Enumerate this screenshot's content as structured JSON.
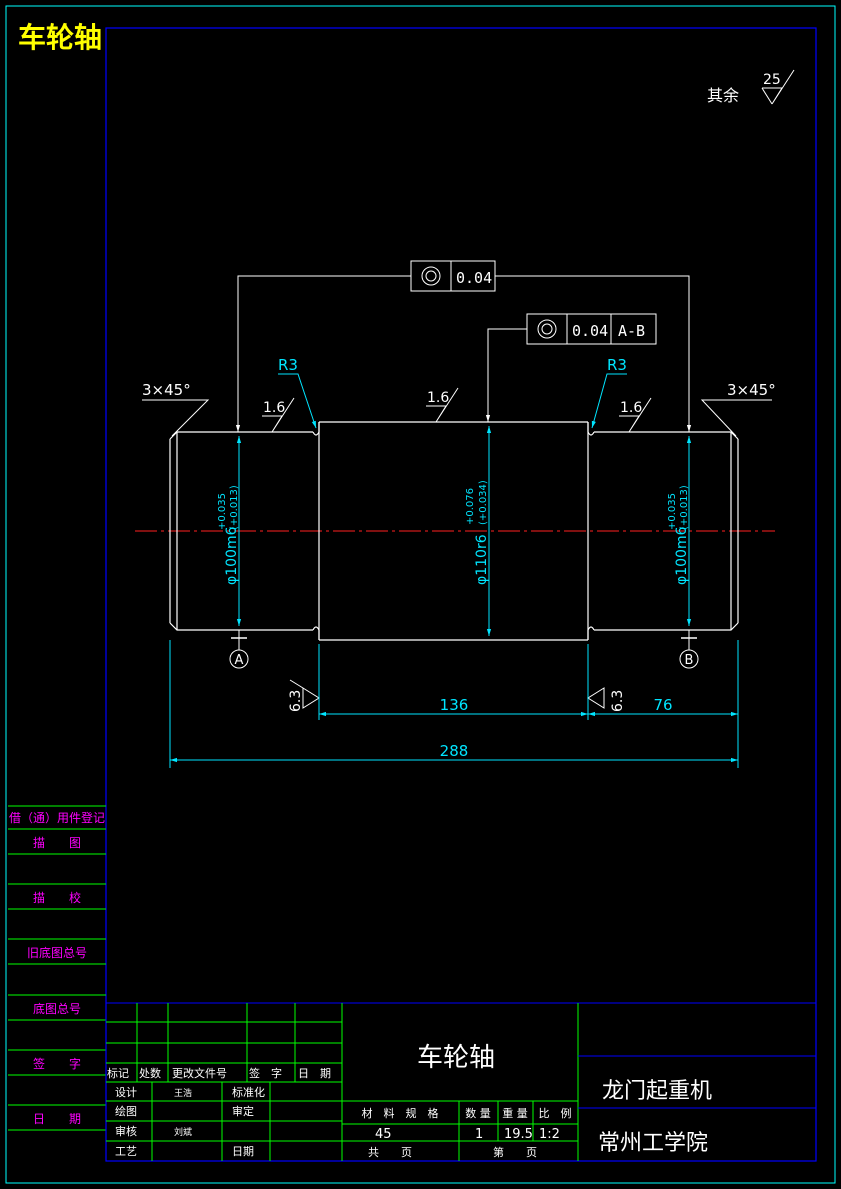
{
  "header": {
    "title": "车轮轴"
  },
  "surface_note": {
    "label": "其余",
    "value": "25"
  },
  "tolerances": {
    "coaxiality_top": {
      "symbol": "◎",
      "value": "0.04"
    },
    "coaxiality_datum": {
      "symbol": "◎",
      "value": "0.04",
      "datum": "A-B"
    }
  },
  "annotations": {
    "chamfer_left": "3×45°",
    "chamfer_right": "3×45°",
    "radius_left": "R3",
    "radius_right": "R3",
    "rough_left": "1.6",
    "rough_center": "1.6",
    "rough_right": "1.6",
    "rough_shoulder_left": "6.3",
    "rough_shoulder_right": "6.3",
    "datum_a": "A",
    "datum_b": "B"
  },
  "dimensions": {
    "dia_left": "φ100m6",
    "dia_left_upper": "+0.035",
    "dia_left_lower": "(+0.013)",
    "dia_center": "φ110r6",
    "dia_center_upper": "+0.076",
    "dia_center_lower": "(+0.034)",
    "dia_right": "φ100m6",
    "dia_right_upper": "+0.035",
    "dia_right_lower": "(+0.013)",
    "len_center": "136",
    "len_right": "76",
    "len_total": "288"
  },
  "left_panel": {
    "rows": [
      "借（通）用件登记",
      "描　　图",
      "描　　校",
      "旧底图总号",
      "底图总号",
      "签　　字",
      "日　　期"
    ]
  },
  "title_block": {
    "part_name": "车轮轴",
    "project": "龙门起重机",
    "school": "常州工学院",
    "rev_headers": [
      "标记",
      "处数",
      "更改文件号",
      "签　字",
      "日　期"
    ],
    "role_design": "设计",
    "designer": "王浩",
    "role_standard": "标准化",
    "role_draw": "绘图",
    "role_review": "审定",
    "role_check": "审核",
    "checker": "刘斌",
    "role_process": "工艺",
    "role_date": "日期",
    "material_header": "材　料　规　格",
    "qty_header": "数 量",
    "weight_header": "重 量",
    "scale_header": "比　例",
    "material": "45",
    "qty": "1",
    "weight": "19.5",
    "scale": "1:2",
    "total_pages": "共　　页",
    "page_no": "第　　页"
  },
  "colors": {
    "frame": "#00ffff",
    "part": "#ffffff",
    "dimension": "#00e5ff",
    "centerline": "#ff2020",
    "table_lines": "#00ff00",
    "panel_text": "#ff00ff",
    "title_text": "#ffff00"
  }
}
